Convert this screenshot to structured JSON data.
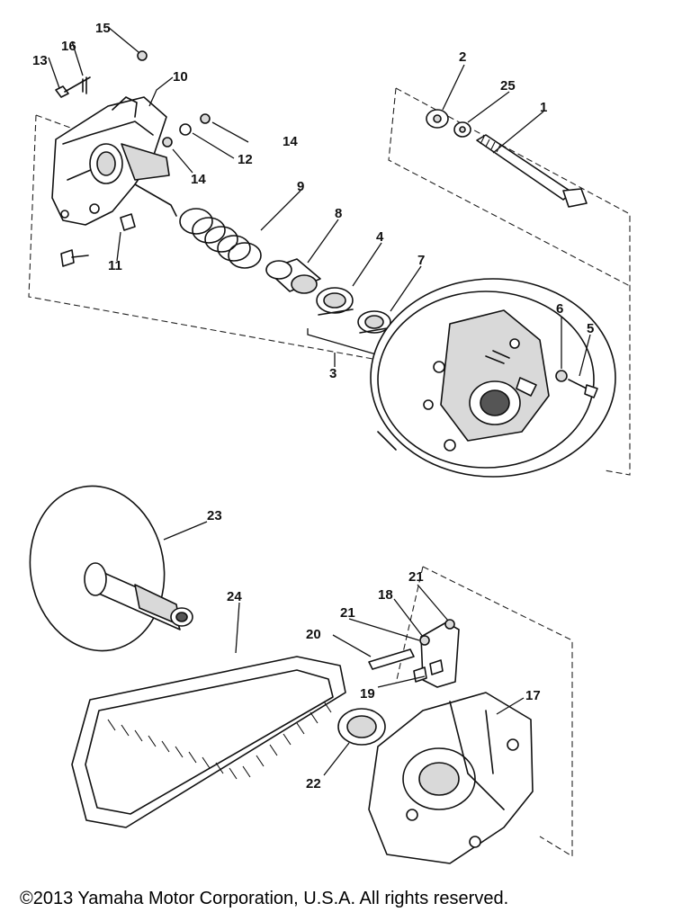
{
  "callouts": {
    "c1": "1",
    "c2": "2",
    "c3": "3",
    "c4": "4",
    "c5": "5",
    "c6": "6",
    "c7": "7",
    "c8": "8",
    "c9": "9",
    "c10": "10",
    "c11": "11",
    "c12": "12",
    "c13": "13",
    "c14a": "14",
    "c14b": "14",
    "c15": "15",
    "c16": "16",
    "c17": "17",
    "c18": "18",
    "c19": "19",
    "c20": "20",
    "c21a": "21",
    "c21b": "21",
    "c22": "22",
    "c23": "23",
    "c24": "24",
    "c25": "25"
  },
  "footer": {
    "copyright": "©2013 Yamaha Motor Corporation, U.S.A. All rights reserved."
  }
}
